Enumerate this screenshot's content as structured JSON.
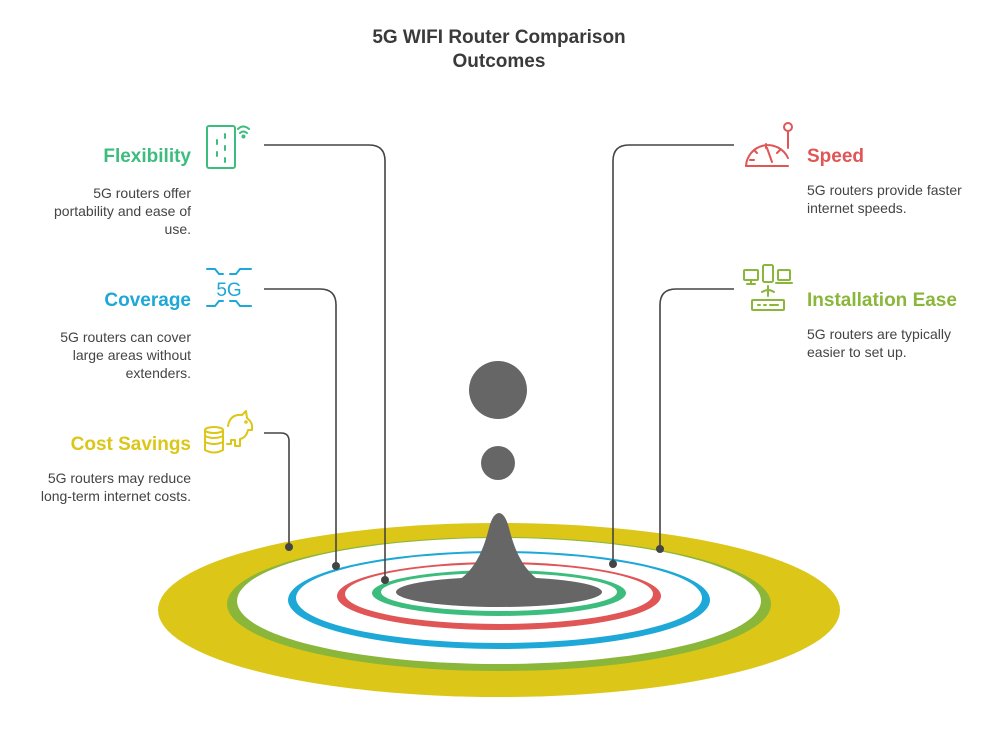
{
  "title_line1": "5G WIFI Router Comparison",
  "title_line2": "Outcomes",
  "colors": {
    "flexibility": "#3dbd7d",
    "coverage": "#1da8d8",
    "cost": "#dcc618",
    "speed": "#e05555",
    "install": "#8ab63a",
    "center": "#666666"
  },
  "items": {
    "flexibility": {
      "title": "Flexibility",
      "desc": "5G routers offer portability and ease of use.",
      "icon": "phone-wifi-icon"
    },
    "coverage": {
      "title": "Coverage",
      "desc": "5G routers can cover large areas without extenders.",
      "icon": "5g-signal-icon",
      "icon_text": "5G"
    },
    "cost": {
      "title": "Cost Savings",
      "desc": "5G routers may reduce long-term internet costs.",
      "icon": "piggy-bank-coins-icon"
    },
    "speed": {
      "title": "Speed",
      "desc": "5G routers provide faster internet speeds.",
      "icon": "speedometer-icon"
    },
    "install": {
      "title": "Installation Ease",
      "desc": "5G routers are typically easier to set up.",
      "icon": "connected-devices-router-icon"
    }
  }
}
